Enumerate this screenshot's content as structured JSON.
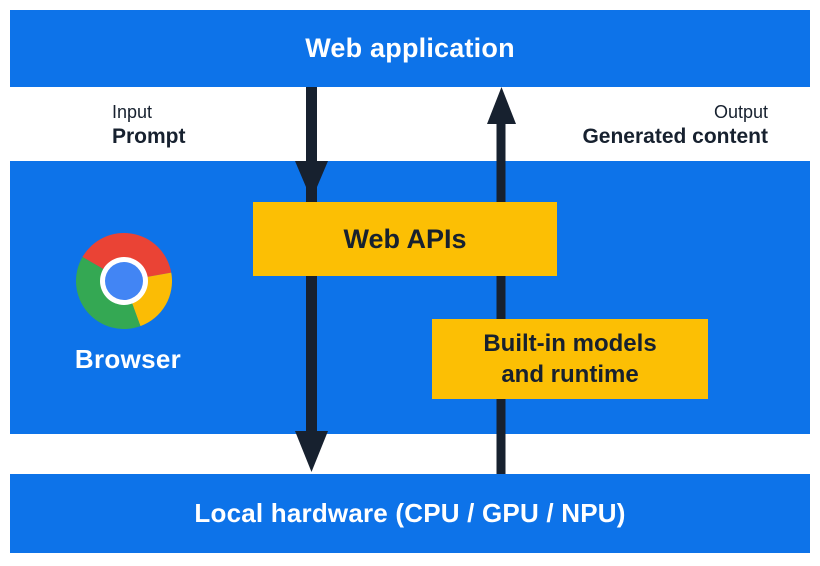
{
  "colors": {
    "band_blue": "#0d73e9",
    "box_yellow": "#fcbf04",
    "arrow_dark": "#17212f",
    "text_dark": "#17212f",
    "text_light": "#ffffff",
    "chrome_red": "#ea4335",
    "chrome_yellow": "#fbbc05",
    "chrome_green": "#34a853",
    "chrome_blue": "#4285f4",
    "chrome_ring": "#ffffff"
  },
  "top_bar": {
    "label": "Web application"
  },
  "io_labels": {
    "input_title": "Input",
    "input_value": "Prompt",
    "output_title": "Output",
    "output_value": "Generated content"
  },
  "browser": {
    "label": "Browser"
  },
  "boxes": {
    "web_apis": "Web APIs",
    "builtin_line1": "Built-in models",
    "builtin_line2": "and runtime"
  },
  "bottom_bar": {
    "label": "Local hardware (CPU / GPU / NPU)"
  }
}
